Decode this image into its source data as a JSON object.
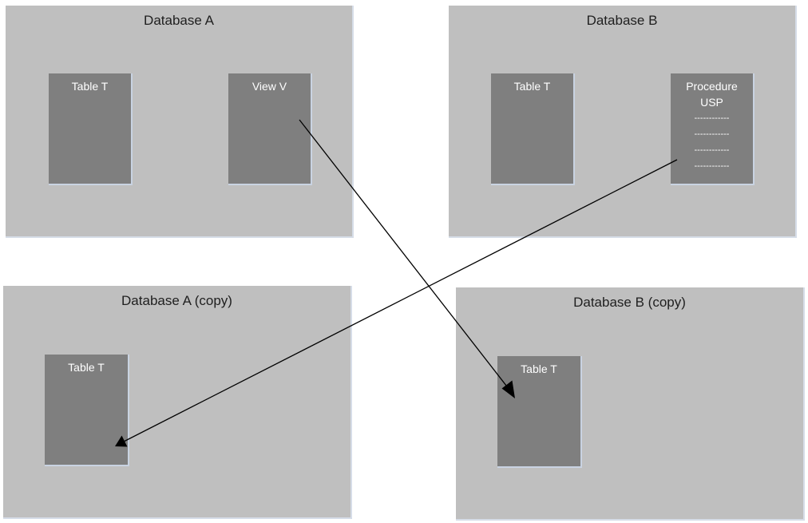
{
  "databases": {
    "a": {
      "title": "Database A",
      "table": "Table T",
      "view": "View V"
    },
    "b": {
      "title": "Database B",
      "table": "Table T",
      "procedure": "Procedure\nUSP",
      "procedure_lines": [
        "------------",
        "------------",
        "------------",
        "------------"
      ]
    },
    "a_copy": {
      "title": "Database A (copy)",
      "table": "Table T"
    },
    "b_copy": {
      "title": "Database B (copy)",
      "table": "Table T"
    }
  },
  "connections": [
    {
      "from": "view-v",
      "to": "table-t-b-copy"
    },
    {
      "from": "procedure-usp",
      "to": "table-t-a-copy"
    }
  ]
}
